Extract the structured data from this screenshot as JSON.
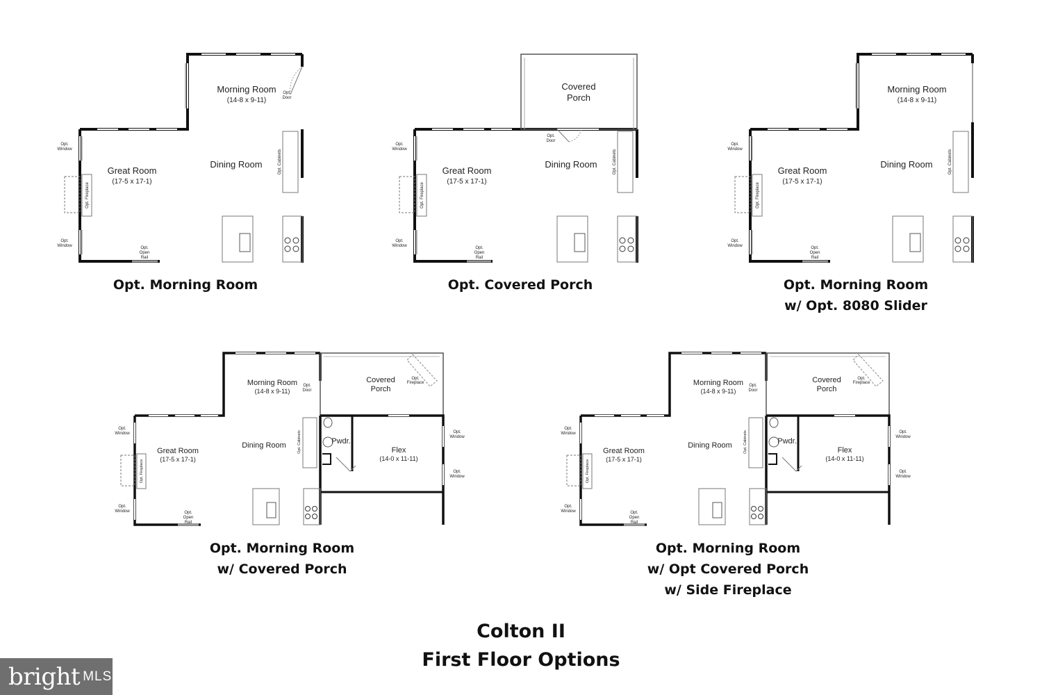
{
  "title": {
    "line1": "Colton II",
    "line2": "First Floor Options"
  },
  "captions": {
    "plan1": [
      "Opt. Morning Room"
    ],
    "plan2": [
      "Opt. Covered Porch"
    ],
    "plan3": [
      "Opt. Morning Room",
      "w/ Opt. 8080 Slider"
    ],
    "plan4": [
      "Opt. Morning Room",
      "w/ Covered Porch"
    ],
    "plan5": [
      "Opt. Morning Room",
      "w/ Opt Covered Porch",
      "w/ Side Fireplace"
    ]
  },
  "rooms": {
    "great_room": "Great Room",
    "great_room_dim": "(17-5 x 17-1)",
    "dining_room": "Dining Room",
    "morning_room": "Morning Room",
    "morning_room_dim": "(14-8 x 9-11)",
    "covered": "Covered",
    "porch": "Porch",
    "flex": "Flex",
    "flex_dim": "(14-0 x 11-11)",
    "pwdr": "Pwdr."
  },
  "notes": {
    "opt": "Opt.",
    "window": "Window",
    "door": "Door",
    "open": "Open",
    "rail": "Rail",
    "opt_fireplace": "Opt. Fireplace",
    "opt_cabinets": "Opt. Cabinets"
  },
  "logo": {
    "word": "bright",
    "mls": "MLS"
  },
  "colors": {
    "wall": "#111111",
    "logo_bg": "#6f6f6f"
  }
}
